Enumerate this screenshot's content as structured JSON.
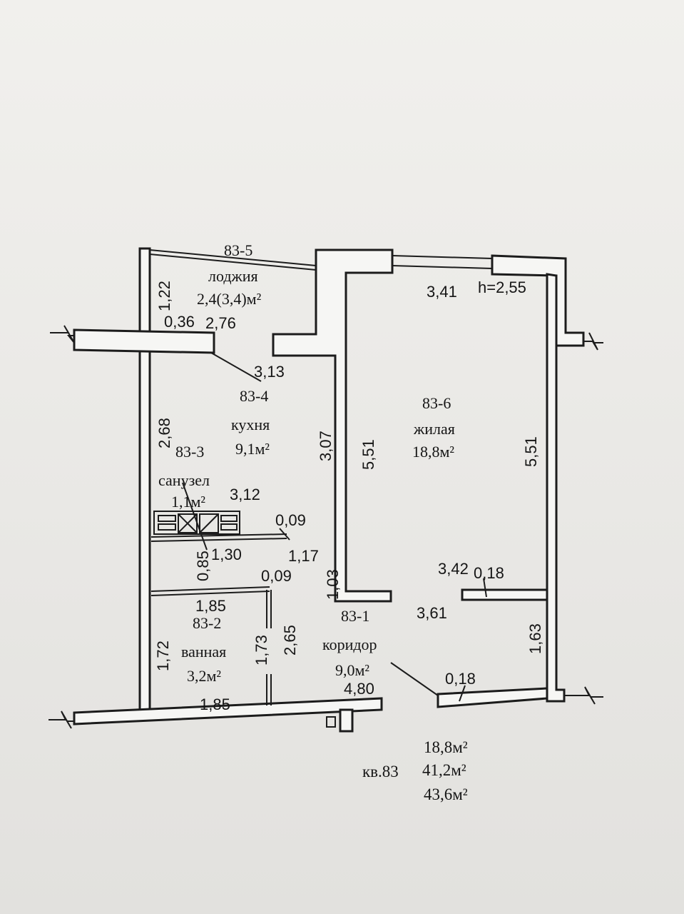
{
  "rooms": {
    "loggia": {
      "id": "83-5",
      "name": "лоджия",
      "area": "2,4(3,4)м²"
    },
    "kitchen": {
      "id": "83-4",
      "name": "кухня",
      "area": "9,1м²"
    },
    "wc": {
      "id": "83-3",
      "name": "санузел",
      "area": "1,1м²"
    },
    "bath": {
      "id": "83-2",
      "name": "ванная",
      "area": "3,2м²"
    },
    "corridor": {
      "id": "83-1",
      "name": "коридор",
      "area": "9,0м²"
    },
    "living": {
      "id": "83-6",
      "name": "жилая",
      "area": "18,8м²"
    }
  },
  "height_label": "h=2,55",
  "dimensions": {
    "loggia_depth": "1,22",
    "loggia_a": "0,36",
    "loggia_b": "2,76",
    "kitchen_diag": "3,13",
    "kitchen_left": "2,68",
    "kitchen_right": "3,07",
    "wc_width": "3,12",
    "wc_wall": "0,09",
    "wc_depth": "0,85",
    "wc_len": "1,30",
    "mid_len": "1,17",
    "bath_wall": "0,09",
    "corr_small": "1,03",
    "bath_top": "1,85",
    "bath_left": "1,72",
    "bath_right": "1,73",
    "bath_corr": "2,65",
    "bath_bottom": "1,85",
    "corr_bottom": "4,80",
    "living_top": "3,41",
    "living_left": "5,51",
    "living_right": "5,51",
    "living_bottom": "3,42",
    "wall_a": "0,18",
    "corr_width": "3,61",
    "closet_depth": "1,63",
    "wall_b": "0,18"
  },
  "summary": {
    "label": "кв.83",
    "living": "18,8м²",
    "total": "41,2м²",
    "total_loggia": "43,6м²"
  }
}
